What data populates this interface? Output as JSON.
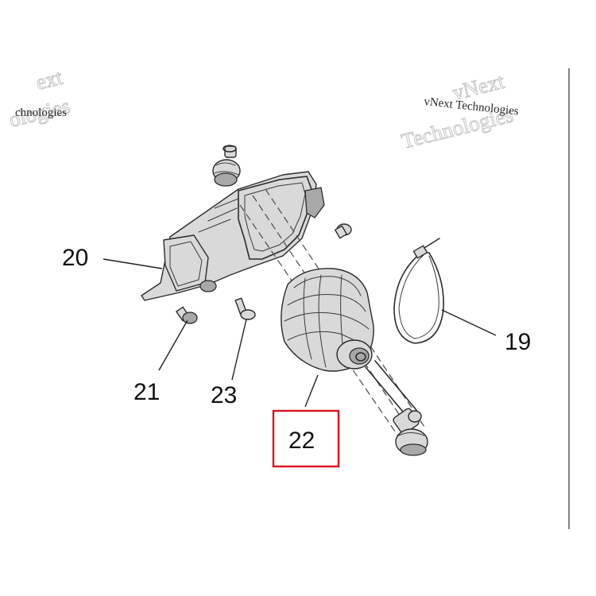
{
  "watermarks": [
    {
      "name": "watermark-left",
      "small": "chnologies",
      "big_top": "ext",
      "big_bottom": "ologies"
    },
    {
      "name": "watermark-right",
      "small": "vNext Technologies",
      "big_top": "vNext",
      "big_bottom": "Technologies"
    }
  ],
  "callouts": [
    {
      "id": "20",
      "label": "20",
      "highlighted": false
    },
    {
      "id": "21",
      "label": "21",
      "highlighted": false
    },
    {
      "id": "23",
      "label": "23",
      "highlighted": false
    },
    {
      "id": "22",
      "label": "22",
      "highlighted": true
    },
    {
      "id": "19",
      "label": "19",
      "highlighted": false
    }
  ],
  "colors": {
    "highlight_box": "#d9141e",
    "line_art": "#2b2b2b",
    "background": "#ffffff"
  }
}
